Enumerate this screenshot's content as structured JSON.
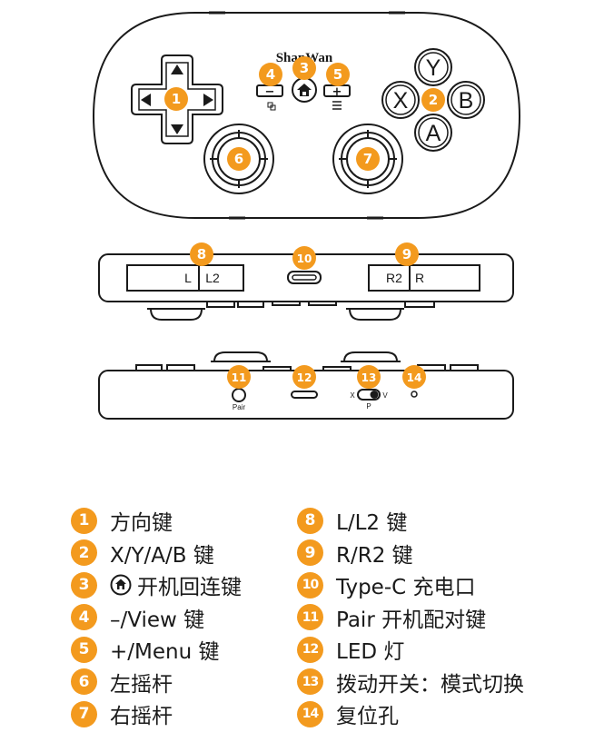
{
  "brand": "ShanWan",
  "face_buttons": {
    "y": "Y",
    "x": "X",
    "b": "B",
    "a": "A"
  },
  "labels": {
    "minus": "−",
    "plus": "+"
  },
  "shoulder_labels": {
    "l": "L",
    "l2": "L2",
    "r2": "R2",
    "r": "R"
  },
  "bottom_labels": {
    "pair": "Pair",
    "x": "X",
    "v": "V",
    "p": "P"
  },
  "callouts": [
    "1",
    "2",
    "3",
    "4",
    "5",
    "6",
    "7",
    "8",
    "9",
    "10",
    "11",
    "12",
    "13",
    "14"
  ],
  "legend": [
    {
      "num": "1",
      "text": "方向键"
    },
    {
      "num": "2",
      "text": "X/Y/A/B 键"
    },
    {
      "num": "3",
      "text": "开机回连键",
      "icon": "home-icon"
    },
    {
      "num": "4",
      "text": "–/View 键"
    },
    {
      "num": "5",
      "text": "+/Menu 键"
    },
    {
      "num": "6",
      "text": "左摇杆"
    },
    {
      "num": "7",
      "text": "右摇杆"
    },
    {
      "num": "8",
      "text": "L/L2 键"
    },
    {
      "num": "9",
      "text": "R/R2 键"
    },
    {
      "num": "10",
      "text": "Type-C 充电口"
    },
    {
      "num": "11",
      "text": "Pair 开机配对键"
    },
    {
      "num": "12",
      "text": "LED 灯"
    },
    {
      "num": "13",
      "text": "拨动开关：模式切换"
    },
    {
      "num": "14",
      "text": "复位孔"
    }
  ],
  "colors": {
    "accent": "#F39A1E",
    "line": "#1a1a1a"
  }
}
